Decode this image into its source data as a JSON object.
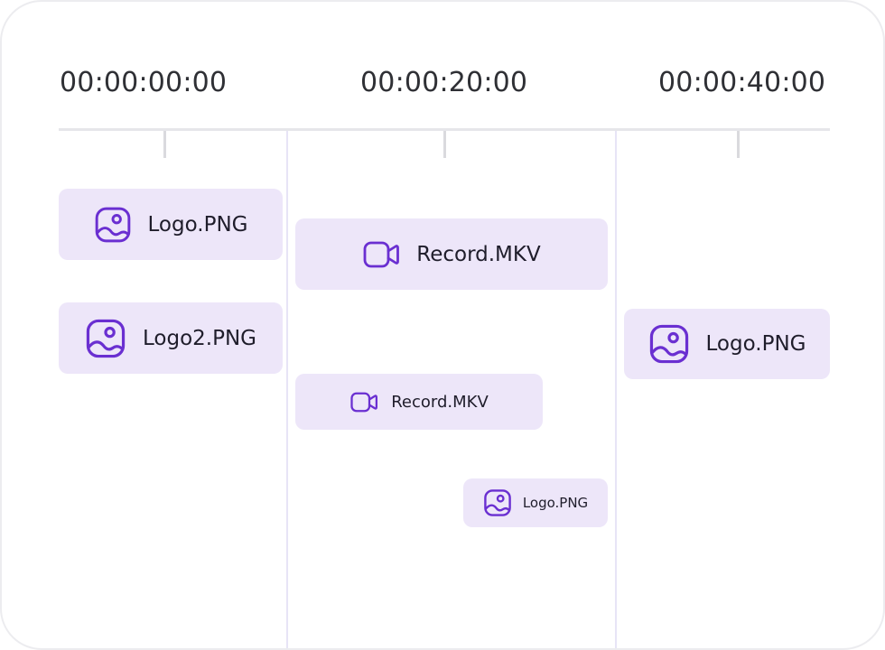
{
  "timeline": {
    "timestamps": [
      "00:00:00:00",
      "00:00:20:00",
      "00:00:40:00"
    ]
  },
  "clips": [
    {
      "label": "Logo.PNG",
      "icon": "image-icon"
    },
    {
      "label": "Logo2.PNG",
      "icon": "image-icon"
    },
    {
      "label": "Record.MKV",
      "icon": "video-camera-icon"
    },
    {
      "label": "Record.MKV",
      "icon": "video-camera-icon"
    },
    {
      "label": "Logo.PNG",
      "icon": "image-icon"
    },
    {
      "label": "Logo.PNG",
      "icon": "image-icon"
    }
  ],
  "colors": {
    "clip_background": "#ede6f9",
    "icon_accent": "#6a2fd1",
    "text": "#1f1d2b",
    "ruler": "#e6e6ea"
  }
}
